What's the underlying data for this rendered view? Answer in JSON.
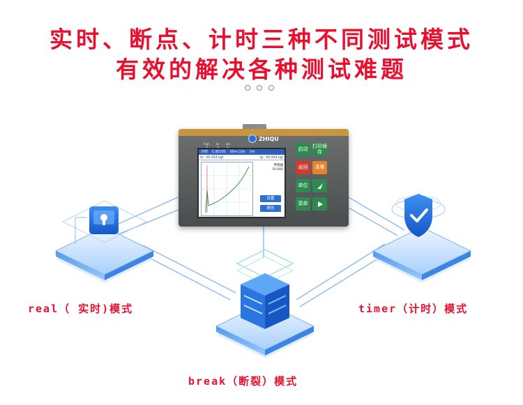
{
  "headline": {
    "line1": "实时、断点、计时三种不同测试模式",
    "line2": "有效的解决各种测试难题"
  },
  "device": {
    "logo": "ZHIQU",
    "leds": [
      "high",
      "ok",
      "low"
    ],
    "screen": {
      "bar_items": [
        "计时",
        "C:8/100",
        "00m:10s",
        "1m"
      ],
      "fe": "fe: -95.954 kgf",
      "fp": "fp: -95.954 kgf",
      "sensor_label": "传感器",
      "sensor_value": "50.000",
      "btn_settings": "设置",
      "btn_report": "报告"
    },
    "keys": {
      "start": "启动",
      "print_save": "打印保存",
      "back": "返回",
      "zero": "清零",
      "unit": "单位",
      "menu": "菜单"
    }
  },
  "modes": {
    "real": "real（ 实时)模式",
    "timer": "timer（计时）模式",
    "break": "break（断裂）模式"
  },
  "colors": {
    "headline": "#e8102e",
    "label": "#e8102e",
    "platform": "#5aa3f0",
    "icon": "#1f6fe0"
  },
  "icons": [
    "flowchart-node-icon",
    "server-stack-icon",
    "shield-check-icon",
    "arrow-up-icon",
    "arrow-right-icon"
  ]
}
